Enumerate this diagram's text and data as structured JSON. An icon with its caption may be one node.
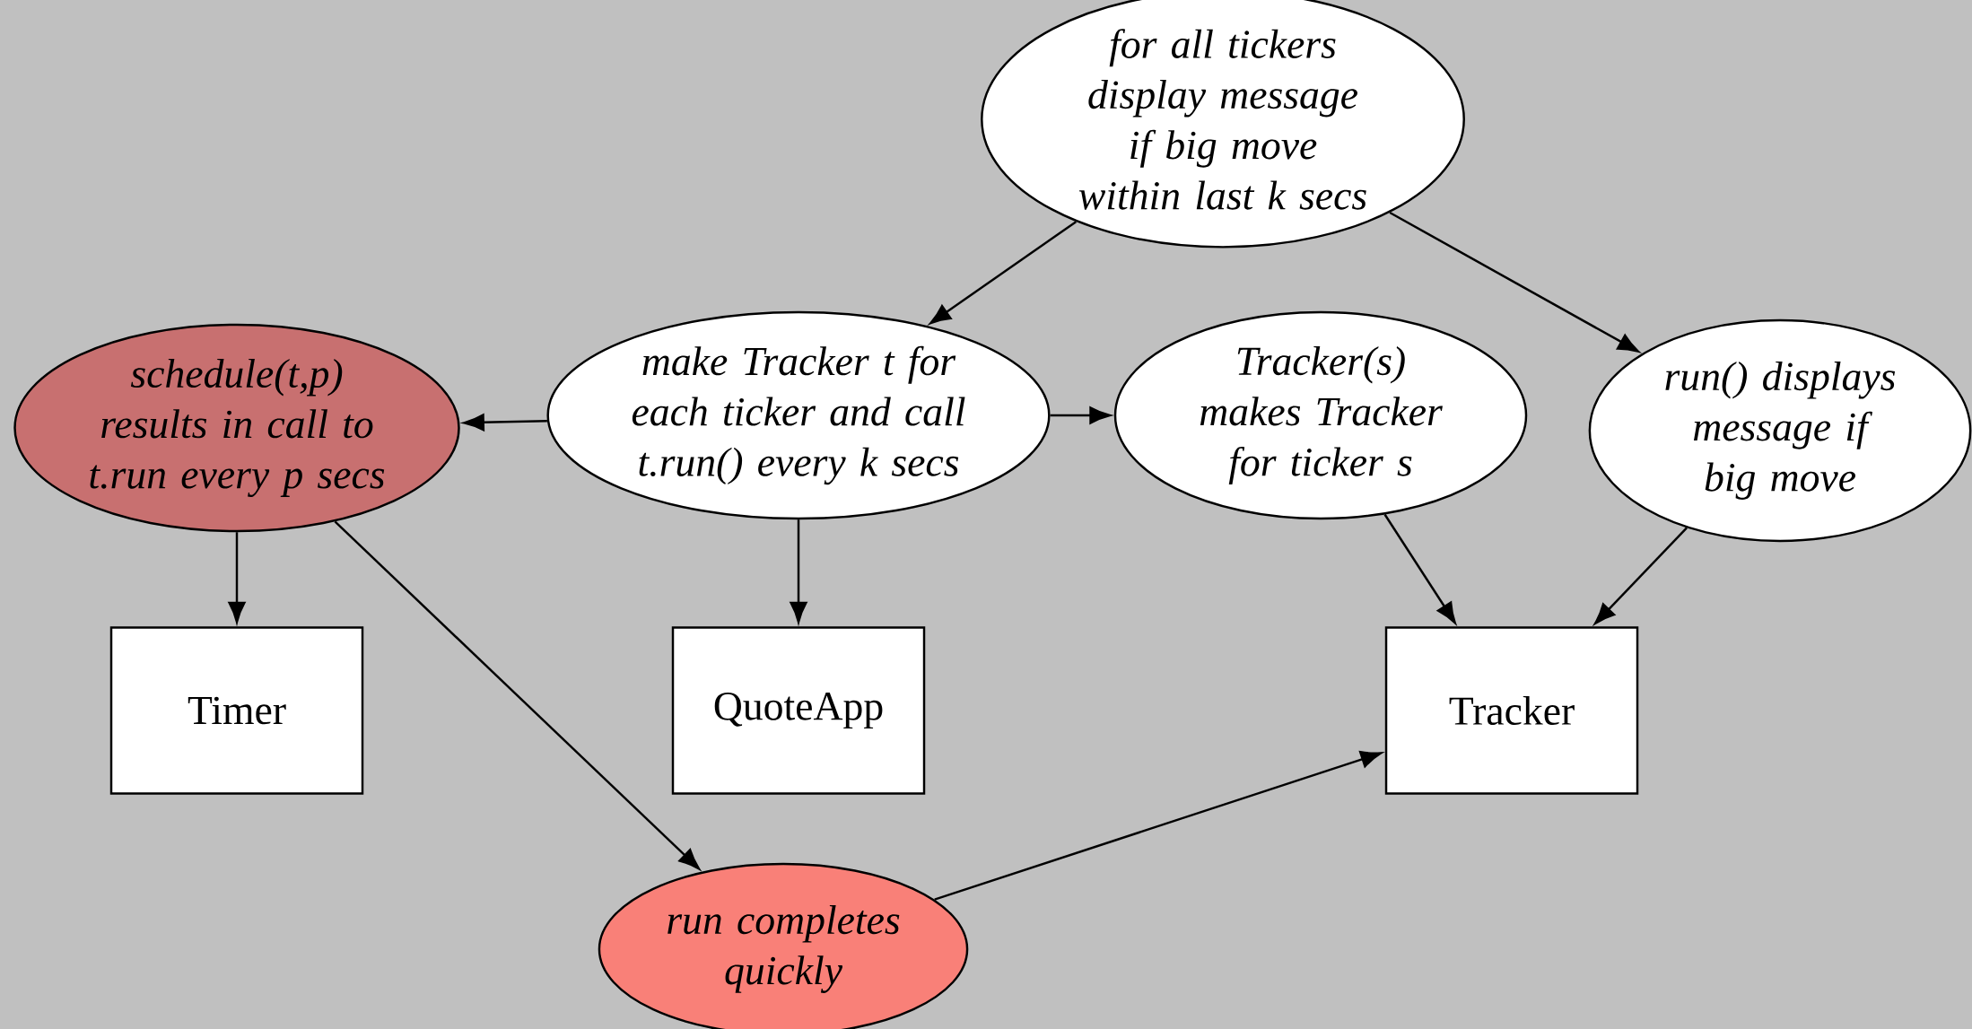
{
  "diagram": {
    "nodes": [
      {
        "text": [
          "for all tickers display message if big move within last k secs"
        ]
      },
      {
        "text": [
          "make Tracker t for each ticker and call t.run() every k secs"
        ]
      },
      {
        "text": [
          "schedule(t,p) results in call to t.run every p secs"
        ]
      },
      {
        "text": [
          "Tracker(s) makes Tracker for ticker s"
        ]
      },
      {
        "text": [
          "run() displays message if big move"
        ]
      },
      {
        "text": [
          "Timer"
        ]
      },
      {
        "text": [
          "QuoteApp"
        ]
      },
      {
        "text": [
          "Tracker"
        ]
      },
      {
        "text": [
          "run completes quickly"
        ]
      }
    ],
    "edges": [
      {
        "from": 0,
        "to": 1,
        "arrow": "to"
      },
      {
        "from": 0,
        "to": 4,
        "arrow": "to"
      },
      {
        "from": 1,
        "to": 2,
        "arrow": "to"
      },
      {
        "from": 1,
        "to": 3,
        "arrow": "to"
      },
      {
        "from": 1,
        "to": 6,
        "arrow": "to"
      },
      {
        "from": 2,
        "to": 5,
        "arrow": "to"
      },
      {
        "from": 2,
        "to": 8,
        "arrow": "to"
      },
      {
        "from": 3,
        "to": 7,
        "arrow": "to"
      },
      {
        "from": 4,
        "to": 7,
        "arrow": "to"
      },
      {
        "from": 8,
        "to": 7,
        "arrow": "to"
      }
    ]
  }
}
